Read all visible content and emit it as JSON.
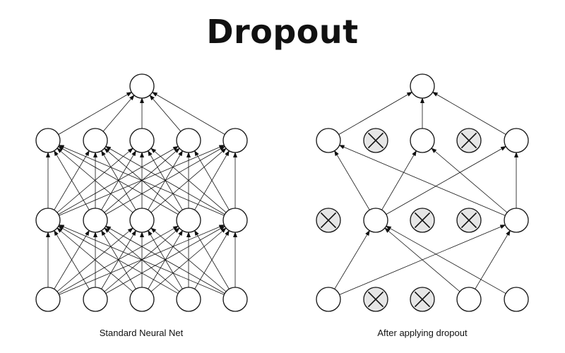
{
  "title": "Dropout",
  "colors": {
    "stroke": "#111111",
    "node_fill": "#ffffff",
    "dropped_fill": "#e6e6e6"
  },
  "networks": [
    {
      "caption": "Standard Neural Net",
      "layers": {
        "output": [
          true
        ],
        "hidden2": [
          true,
          true,
          true,
          true,
          true
        ],
        "hidden1": [
          true,
          true,
          true,
          true,
          true
        ],
        "input": [
          true,
          true,
          true,
          true,
          true
        ]
      },
      "edges": {
        "input_to_hidden1": "all",
        "hidden1_to_hidden2": "all",
        "hidden2_to_output": "all"
      }
    },
    {
      "caption": "After applying dropout",
      "layers": {
        "output": [
          true
        ],
        "hidden2": [
          true,
          false,
          true,
          false,
          true
        ],
        "hidden1": [
          false,
          true,
          false,
          false,
          true
        ],
        "input": [
          true,
          false,
          false,
          true,
          true
        ]
      },
      "edges": {
        "input_to_hidden1": [
          [
            0,
            1
          ],
          [
            0,
            4
          ],
          [
            3,
            1
          ],
          [
            3,
            4
          ],
          [
            4,
            1
          ]
        ],
        "hidden1_to_hidden2": [
          [
            1,
            0
          ],
          [
            1,
            2
          ],
          [
            1,
            4
          ],
          [
            4,
            0
          ],
          [
            4,
            2
          ],
          [
            4,
            4
          ]
        ],
        "hidden2_to_output": [
          [
            0,
            0
          ],
          [
            2,
            0
          ],
          [
            4,
            0
          ]
        ]
      }
    }
  ]
}
